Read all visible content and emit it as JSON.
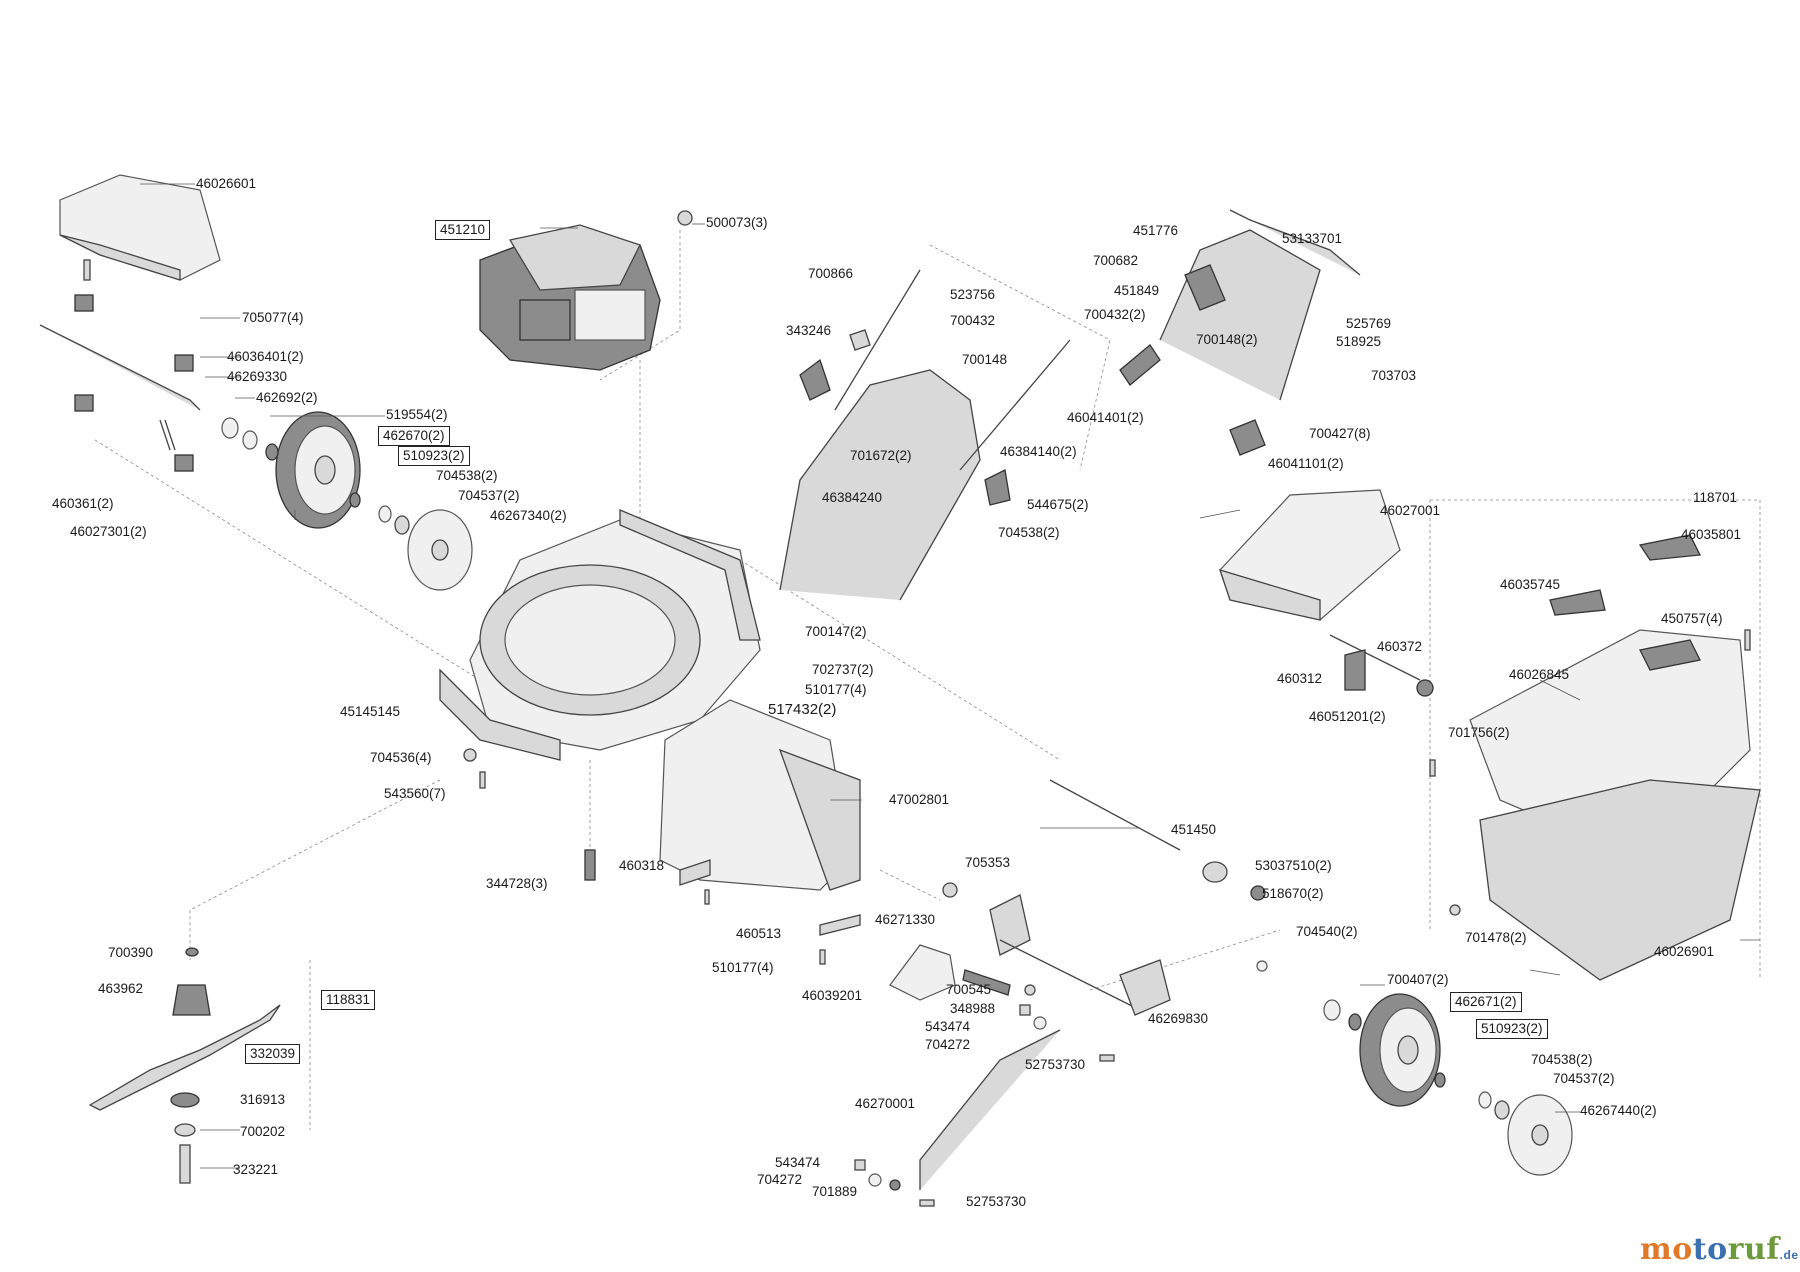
{
  "labels": [
    {
      "id": "46026601",
      "text": "46026601",
      "boxed": false
    },
    {
      "id": "705077",
      "text": "705077(4)",
      "boxed": false
    },
    {
      "id": "46036401",
      "text": "46036401(2)",
      "boxed": false
    },
    {
      "id": "46269330",
      "text": "46269330",
      "boxed": false
    },
    {
      "id": "462692",
      "text": "462692(2)",
      "boxed": false
    },
    {
      "id": "519554",
      "text": "519554(2)",
      "boxed": false
    },
    {
      "id": "462670",
      "text": "462670(2)",
      "boxed": true
    },
    {
      "id": "510923a",
      "text": "510923(2)",
      "boxed": true
    },
    {
      "id": "704538a",
      "text": "704538(2)",
      "boxed": false
    },
    {
      "id": "704537a",
      "text": "704537(2)",
      "boxed": false
    },
    {
      "id": "46267340",
      "text": "46267340(2)",
      "boxed": false
    },
    {
      "id": "460361",
      "text": "460361(2)",
      "boxed": false
    },
    {
      "id": "46027301",
      "text": "46027301(2)",
      "boxed": false
    },
    {
      "id": "451210",
      "text": "451210",
      "boxed": true
    },
    {
      "id": "500073",
      "text": "500073(3)",
      "boxed": false
    },
    {
      "id": "700866",
      "text": "700866",
      "boxed": false
    },
    {
      "id": "523756",
      "text": "523756",
      "boxed": false
    },
    {
      "id": "700432a",
      "text": "700432",
      "boxed": false
    },
    {
      "id": "343246",
      "text": "343246",
      "boxed": false
    },
    {
      "id": "700148a",
      "text": "700148",
      "boxed": false
    },
    {
      "id": "701672",
      "text": "701672(2)",
      "boxed": false
    },
    {
      "id": "46384140",
      "text": "46384140(2)",
      "boxed": false
    },
    {
      "id": "46384240",
      "text": "46384240",
      "boxed": false
    },
    {
      "id": "544675",
      "text": "544675(2)",
      "boxed": false
    },
    {
      "id": "704538b",
      "text": "704538(2)",
      "boxed": false
    },
    {
      "id": "451776",
      "text": "451776",
      "boxed": false
    },
    {
      "id": "53133701",
      "text": "53133701",
      "boxed": false
    },
    {
      "id": "700682",
      "text": "700682",
      "boxed": false
    },
    {
      "id": "451849",
      "text": "451849",
      "boxed": false
    },
    {
      "id": "700432b",
      "text": "700432(2)",
      "boxed": false
    },
    {
      "id": "525769",
      "text": "525769",
      "boxed": false
    },
    {
      "id": "700148b",
      "text": "700148(2)",
      "boxed": false
    },
    {
      "id": "518925",
      "text": "518925",
      "boxed": false
    },
    {
      "id": "703703",
      "text": "703703",
      "boxed": false
    },
    {
      "id": "46041401",
      "text": "46041401(2)",
      "boxed": false
    },
    {
      "id": "700427",
      "text": "700427(8)",
      "boxed": false
    },
    {
      "id": "46041101",
      "text": "46041101(2)",
      "boxed": false
    },
    {
      "id": "46027001",
      "text": "46027001",
      "boxed": false
    },
    {
      "id": "118701",
      "text": "118701",
      "boxed": false
    },
    {
      "id": "46035801",
      "text": "46035801",
      "boxed": false
    },
    {
      "id": "46035745",
      "text": "46035745",
      "boxed": false
    },
    {
      "id": "450757",
      "text": "450757(4)",
      "boxed": false
    },
    {
      "id": "460372",
      "text": "460372",
      "boxed": false
    },
    {
      "id": "460312",
      "text": "460312",
      "boxed": false
    },
    {
      "id": "46051201",
      "text": "46051201(2)",
      "boxed": false
    },
    {
      "id": "46026845",
      "text": "46026845",
      "boxed": false
    },
    {
      "id": "701756",
      "text": "701756(2)",
      "boxed": false
    },
    {
      "id": "700147",
      "text": "700147(2)",
      "boxed": false
    },
    {
      "id": "702737",
      "text": "702737(2)",
      "boxed": false
    },
    {
      "id": "510177a",
      "text": "510177(4)",
      "boxed": false
    },
    {
      "id": "45145145",
      "text": "45145145",
      "boxed": false
    },
    {
      "id": "517432",
      "text": "517432(2)",
      "boxed": false
    },
    {
      "id": "704536",
      "text": "704536(4)",
      "boxed": false
    },
    {
      "id": "543560",
      "text": "543560(7)",
      "boxed": false
    },
    {
      "id": "47002801",
      "text": "47002801",
      "boxed": false
    },
    {
      "id": "451450",
      "text": "451450",
      "boxed": false
    },
    {
      "id": "460318",
      "text": "460318",
      "boxed": false
    },
    {
      "id": "344728",
      "text": "344728(3)",
      "boxed": false
    },
    {
      "id": "705353",
      "text": "705353",
      "boxed": false
    },
    {
      "id": "53037510",
      "text": "53037510(2)",
      "boxed": false
    },
    {
      "id": "518670",
      "text": "518670(2)",
      "boxed": false
    },
    {
      "id": "46271330",
      "text": "46271330",
      "boxed": false
    },
    {
      "id": "460513",
      "text": "460513",
      "boxed": false
    },
    {
      "id": "704540",
      "text": "704540(2)",
      "boxed": false
    },
    {
      "id": "701478",
      "text": "701478(2)",
      "boxed": false
    },
    {
      "id": "46026901",
      "text": "46026901",
      "boxed": false
    },
    {
      "id": "700390",
      "text": "700390",
      "boxed": false
    },
    {
      "id": "510177b",
      "text": "510177(4)",
      "boxed": false
    },
    {
      "id": "700545",
      "text": "700545",
      "boxed": false
    },
    {
      "id": "348988",
      "text": "348988",
      "boxed": false
    },
    {
      "id": "46039201",
      "text": "46039201",
      "boxed": false
    },
    {
      "id": "463962",
      "text": "463962",
      "boxed": false
    },
    {
      "id": "118831",
      "text": "118831",
      "boxed": true
    },
    {
      "id": "543474a",
      "text": "543474",
      "boxed": false
    },
    {
      "id": "704272a",
      "text": "704272",
      "boxed": false
    },
    {
      "id": "46269830",
      "text": "46269830",
      "boxed": false
    },
    {
      "id": "700407",
      "text": "700407(2)",
      "boxed": false
    },
    {
      "id": "462671",
      "text": "462671(2)",
      "boxed": true
    },
    {
      "id": "510923b",
      "text": "510923(2)",
      "boxed": true
    },
    {
      "id": "332039",
      "text": "332039",
      "boxed": true
    },
    {
      "id": "52753730a",
      "text": "52753730",
      "boxed": false
    },
    {
      "id": "704538c",
      "text": "704538(2)",
      "boxed": false
    },
    {
      "id": "704537b",
      "text": "704537(2)",
      "boxed": false
    },
    {
      "id": "316913",
      "text": "316913",
      "boxed": false
    },
    {
      "id": "46270001",
      "text": "46270001",
      "boxed": false
    },
    {
      "id": "46267440",
      "text": "46267440(2)",
      "boxed": false
    },
    {
      "id": "700202",
      "text": "700202",
      "boxed": false
    },
    {
      "id": "323221",
      "text": "323221",
      "boxed": false
    },
    {
      "id": "543474b",
      "text": "543474",
      "boxed": false
    },
    {
      "id": "704272b",
      "text": "704272",
      "boxed": false
    },
    {
      "id": "701889",
      "text": "701889",
      "boxed": false
    },
    {
      "id": "52753730b",
      "text": "52753730",
      "boxed": false
    }
  ],
  "watermark": {
    "part1": "mo",
    "part2": "to",
    "part3": "ruf",
    "tld": ".de"
  }
}
